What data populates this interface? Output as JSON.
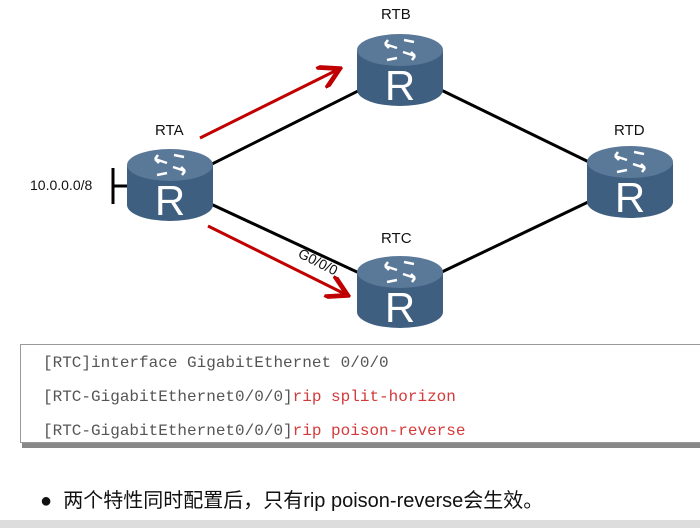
{
  "routers": [
    {
      "name": "RTA",
      "label": "R"
    },
    {
      "name": "RTB",
      "label": "R"
    },
    {
      "name": "RTC",
      "label": "R"
    },
    {
      "name": "RTD",
      "label": "R"
    }
  ],
  "network": "10.0.0.0/8",
  "interface": "G0/0/0",
  "code": [
    {
      "prompt": "[RTC]interface GigabitEthernet 0/0/0",
      "cmd": ""
    },
    {
      "prompt": "[RTC-GigabitEthernet0/0/0]",
      "cmd": "rip split-horizon"
    },
    {
      "prompt": "[RTC-GigabitEthernet0/0/0]",
      "cmd": "rip poison-reverse"
    }
  ],
  "bullet": "两个特性同时配置后，只有rip poison-reverse会生效。",
  "colors": {
    "router": "#3f5f80",
    "arrow": "#c00000"
  }
}
